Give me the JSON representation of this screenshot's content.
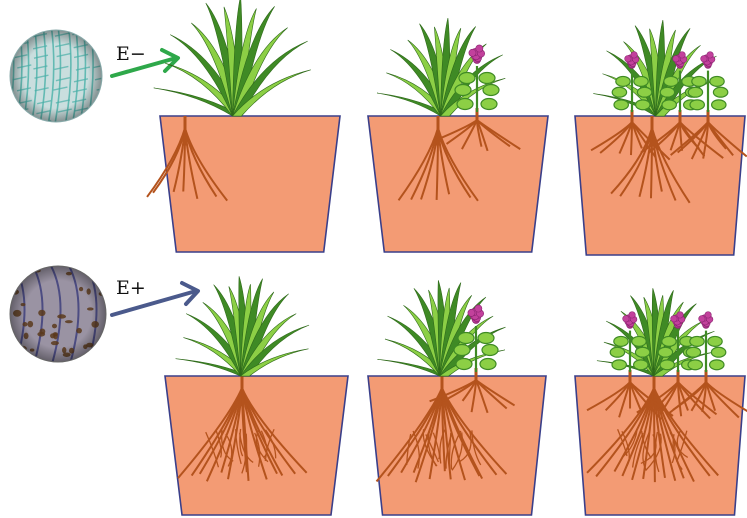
{
  "labels": {
    "endophyte_free": "E−",
    "endophyte_infected": "E+"
  },
  "colors": {
    "pot_fill": "#f39b74",
    "pot_stroke": "#3a3f8a",
    "root": "#b4531d",
    "leaf_dark": "#3f8a25",
    "leaf_light": "#8ccf45",
    "arrow_e_minus": "#2ea84a",
    "arrow_e_plus": "#4b5a8c",
    "flower": "#c2419c",
    "micro_e_minus_bg": "#c9dede",
    "micro_e_minus_cell": "#4ab0a8",
    "micro_e_plus_bg": "#9a93a3",
    "micro_e_plus_cell": "#3e3f7c",
    "micro_e_plus_spot": "#5a3a1c"
  },
  "rows": [
    {
      "id": "e-minus",
      "root_density": "sparse",
      "pots": [
        {
          "grass": 1,
          "clover": 0
        },
        {
          "grass": 1,
          "clover": 1
        },
        {
          "grass": 1,
          "clover": 3
        }
      ]
    },
    {
      "id": "e-plus",
      "root_density": "dense",
      "pots": [
        {
          "grass": 1,
          "clover": 0
        },
        {
          "grass": 1,
          "clover": 1
        },
        {
          "grass": 1,
          "clover": 3
        }
      ]
    }
  ]
}
